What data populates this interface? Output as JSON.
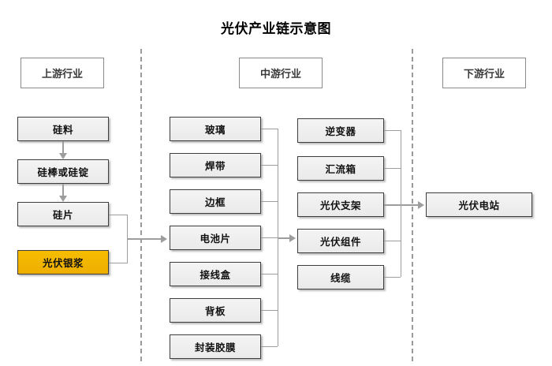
{
  "diagram": {
    "title": "光伏产业链示意图",
    "sections": [
      {
        "id": "upstream",
        "label": "上游行业"
      },
      {
        "id": "midstream",
        "label": "中游行业"
      },
      {
        "id": "downstream",
        "label": "下游行业"
      }
    ],
    "columns": {
      "upstream": {
        "nodes": [
          {
            "label": "硅料",
            "highlight": false
          },
          {
            "label": "硅棒或硅锭",
            "highlight": false
          },
          {
            "label": "硅片",
            "highlight": false
          },
          {
            "label": "光伏银浆",
            "highlight": true
          }
        ]
      },
      "midstream_materials": {
        "nodes": [
          {
            "label": "玻璃",
            "highlight": false
          },
          {
            "label": "焊带",
            "highlight": false
          },
          {
            "label": "边框",
            "highlight": false
          },
          {
            "label": "电池片",
            "highlight": false
          },
          {
            "label": "接线盒",
            "highlight": false
          },
          {
            "label": "背板",
            "highlight": false
          },
          {
            "label": "封装胶膜",
            "highlight": false
          }
        ]
      },
      "midstream_components": {
        "nodes": [
          {
            "label": "逆变器",
            "highlight": false
          },
          {
            "label": "汇流箱",
            "highlight": false
          },
          {
            "label": "光伏支架",
            "highlight": false
          },
          {
            "label": "光伏组件",
            "highlight": false
          },
          {
            "label": "线缆",
            "highlight": false
          }
        ]
      },
      "downstream": {
        "nodes": [
          {
            "label": "光伏电站",
            "highlight": false
          }
        ]
      }
    },
    "colors": {
      "highlight": "#f0b400",
      "node_fill": "#eeeeee",
      "node_border": "#3d3d3d",
      "connector": "#9d9d9d",
      "divider": "#9a9a9a",
      "background": "#ffffff",
      "text": "#111111"
    }
  }
}
